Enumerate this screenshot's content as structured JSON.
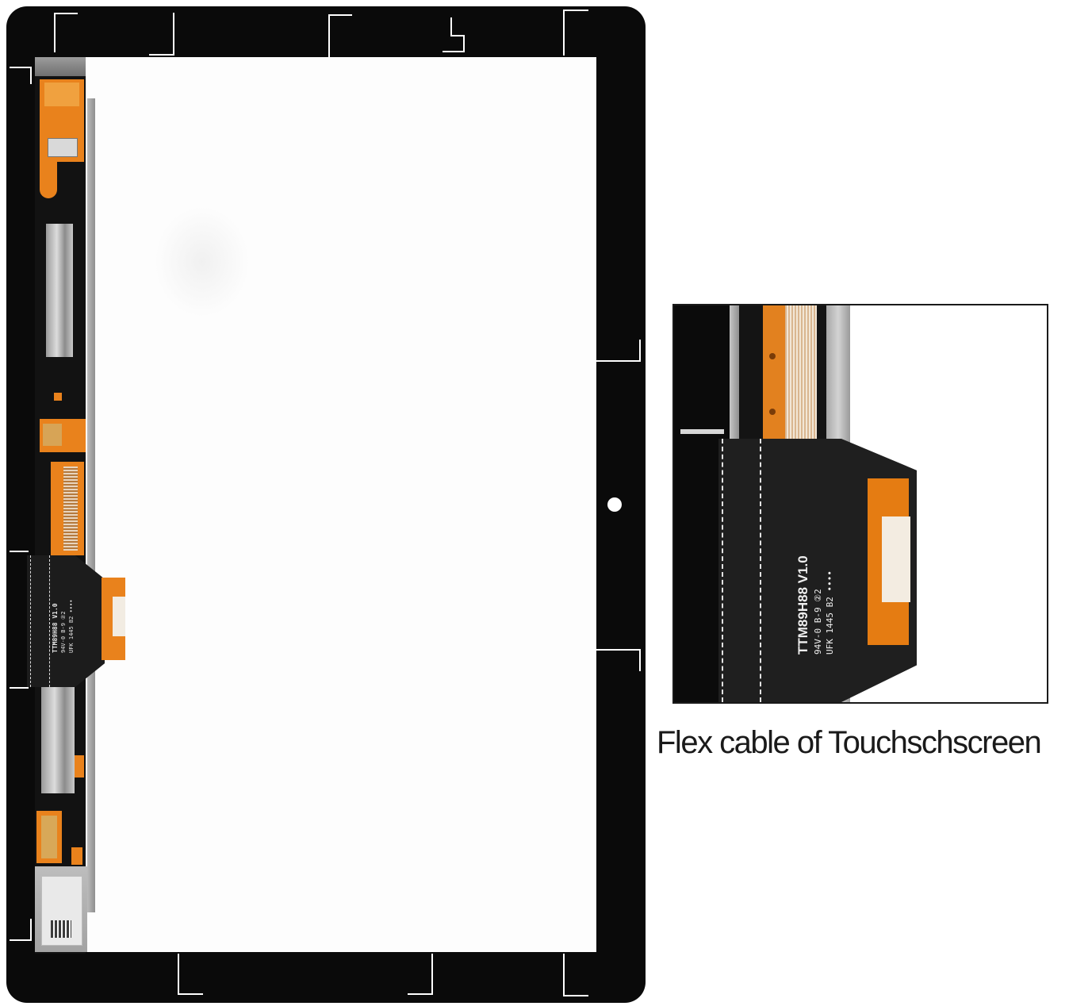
{
  "flex_label": {
    "model": "TTM89H88 V1.0",
    "line2": "94V-0 B-9 ②2",
    "line3": "UFK 1445 B2 ••••"
  },
  "caption": "Flex cable of Touchschscreen",
  "colors": {
    "bezel": "#0a0a0a",
    "flex_cable": "#1c1c1c",
    "flex_tail": "#e9821c",
    "glass": "#fdfdfd"
  }
}
